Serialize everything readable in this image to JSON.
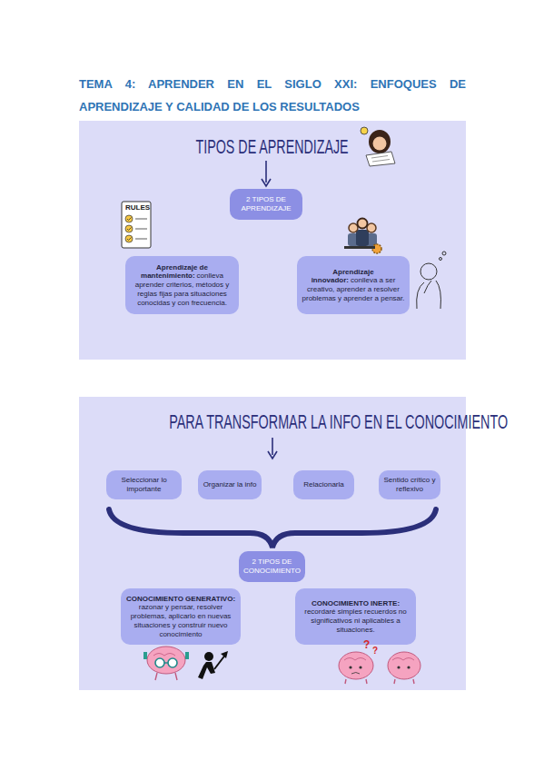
{
  "diagram": {
    "title": "TEMA 4: APRENDER EN EL SIGLO XXI: ENFOQUES DE APRENDIZAJE Y CALIDAD DE LOS RESULTADOS",
    "nodes": [
      {
        "text": [
          "TIPOS DE APRENDIZAJE"
        ]
      },
      {
        "text": [
          "2 TIPOS DE APRENDIZAJE"
        ],
        "in": 0
      },
      {
        "text": [
          "Aprendizaje de mantenimiento:",
          "conlleva aprender criterios, métodos y reglas fijas para situaciones conocidas y con frecuencia."
        ],
        "in": 0
      },
      {
        "text": [
          "Aprendizaje innovador:",
          "conlleva a ser creativo, aprender a resolver problemas y aprender a pensar."
        ],
        "in": 0
      },
      {
        "text": [
          "PARA TRANSFORMAR LA INFO EN EL CONOCIMIENTO"
        ]
      },
      {
        "text": [
          "Seleccionar lo importante"
        ],
        "in": 4
      },
      {
        "text": [
          "Organizar la info"
        ],
        "in": 4
      },
      {
        "text": [
          "Relacionarla"
        ],
        "in": 4
      },
      {
        "text": [
          "Sentido crítico y reflexivo"
        ],
        "in": 4
      },
      {
        "text": [
          "2 TIPOS DE CONOCIMIENTO"
        ],
        "in": 4
      },
      {
        "text": [
          "CONOCIMIENTO GENERATIVO:",
          "razonar y pensar, resolver problemas, aplicarlo en nuevas situaciones y construir nuevo conocimiento"
        ],
        "in": 4
      },
      {
        "text": [
          "CONOCIMIENTO INERTE:",
          "recordaré simples recuerdos no significativos ni aplicables a situaciones."
        ],
        "in": 4
      }
    ],
    "labels": [
      "RULES",
      "?",
      "?"
    ]
  }
}
